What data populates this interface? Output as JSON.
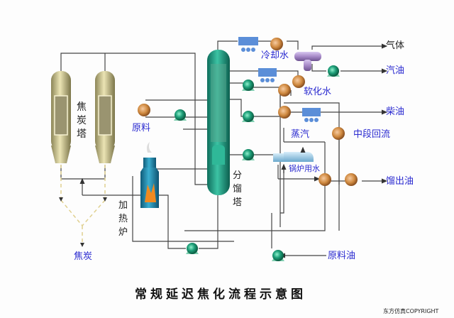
{
  "title": "常规延迟焦化流程示意图",
  "copyright": "东方仿真COPYRIGHT",
  "colors": {
    "line": "#444444",
    "label_blue": "#2a2ad0",
    "fractionator": "#1e9a82",
    "coke_drum": "#c9c28c",
    "heater": "#1b7fa0",
    "pump": "#1fa07a",
    "exchanger": "#d08a40",
    "cooler": "#5b8ed8",
    "separator": "#a78ac8"
  },
  "labels": {
    "coke_drums": "焦炭塔",
    "coke": "焦炭",
    "heater": "加热炉",
    "fractionator": "分馏塔",
    "feed": "原料",
    "feed_oil": "原料油",
    "cooling_water": "冷却水",
    "gas": "气体",
    "gasoline": "汽油",
    "soft_water": "软化水",
    "diesel": "柴油",
    "steam": "蒸汽",
    "mid_reflux": "中段回流",
    "boiler_water": "锅炉用水",
    "distillate": "馏出油"
  }
}
